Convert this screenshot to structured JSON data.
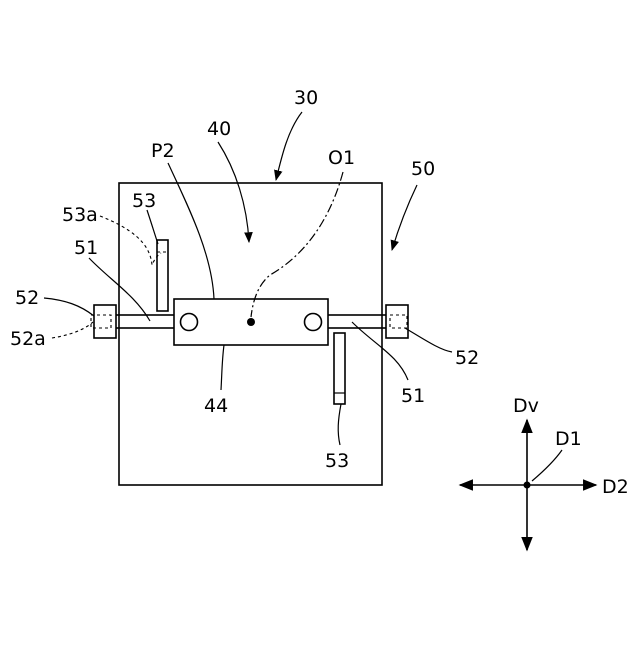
{
  "labels": {
    "ref_30": "30",
    "ref_40": "40",
    "ref_50": "50",
    "ref_p2": "P2",
    "ref_o1": "O1",
    "ref_44": "44",
    "ref_51_left": "51",
    "ref_51_right": "51",
    "ref_52_left": "52",
    "ref_52_right": "52",
    "ref_52a": "52a",
    "ref_53_top": "53",
    "ref_53_bottom": "53",
    "ref_53a": "53a"
  },
  "axes": {
    "vertical": "Dv",
    "horizontal": "D2",
    "origin": "D1"
  }
}
